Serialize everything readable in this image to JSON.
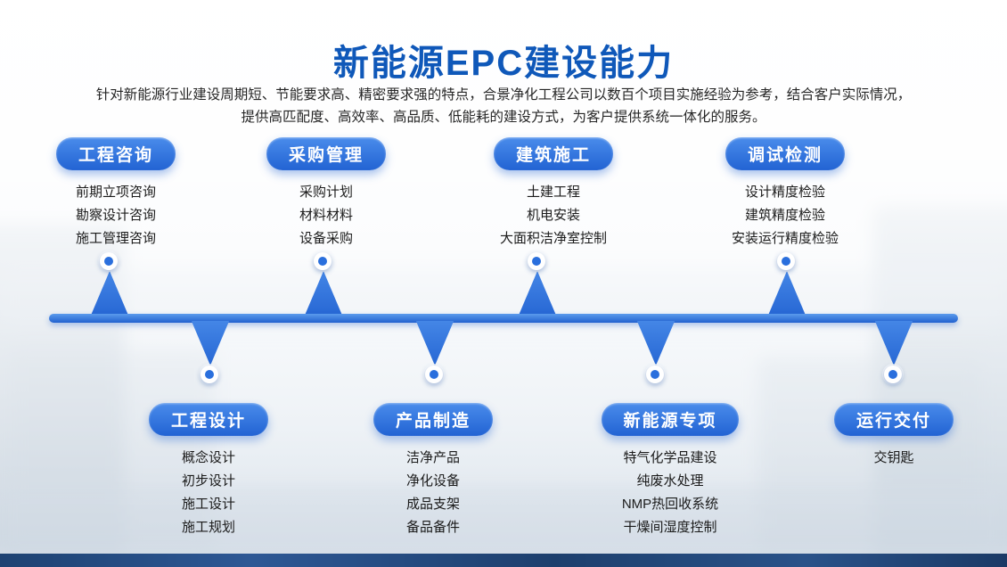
{
  "title": "新能源EPC建设能力",
  "subtitle_line1": "针对新能源行业建设周期短、节能要求高、精密要求强的特点，合景净化工程公司以数百个项目实施经验为参考，结合客户实际情况，",
  "subtitle_line2": "提供高匹配度、高效率、高品质、低能耗的建设方式，为客户提供系统一体化的服务。",
  "colors": {
    "title_blue": "#0f58b9",
    "pill_blue": "#2263d3",
    "timeline_blue": "#2161cf",
    "dot_blue": "#2a6fdd",
    "bottom_band_blue": "#1d3f6d"
  },
  "top_sections": [
    {
      "label": "工程咨询",
      "items": [
        "前期立项咨询",
        "勘察设计咨询",
        "施工管理咨询"
      ]
    },
    {
      "label": "采购管理",
      "items": [
        "采购计划",
        "材料材料",
        "设备采购"
      ]
    },
    {
      "label": "建筑施工",
      "items": [
        "土建工程",
        "机电安装",
        "大面积洁净室控制"
      ]
    },
    {
      "label": "调试检测",
      "items": [
        "设计精度检验",
        "建筑精度检验",
        "安装运行精度检验"
      ]
    }
  ],
  "bottom_sections": [
    {
      "label": "工程设计",
      "items": [
        "概念设计",
        "初步设计",
        "施工设计",
        "施工规划"
      ]
    },
    {
      "label": "产品制造",
      "items": [
        "洁净产品",
        "净化设备",
        "成品支架",
        "备品备件"
      ]
    },
    {
      "label": "新能源专项",
      "items": [
        "特气化学品建设",
        "纯废水处理",
        "NMP热回收系统",
        "干燥间湿度控制"
      ]
    },
    {
      "label": "运行交付",
      "items": [
        "交钥匙"
      ]
    }
  ]
}
